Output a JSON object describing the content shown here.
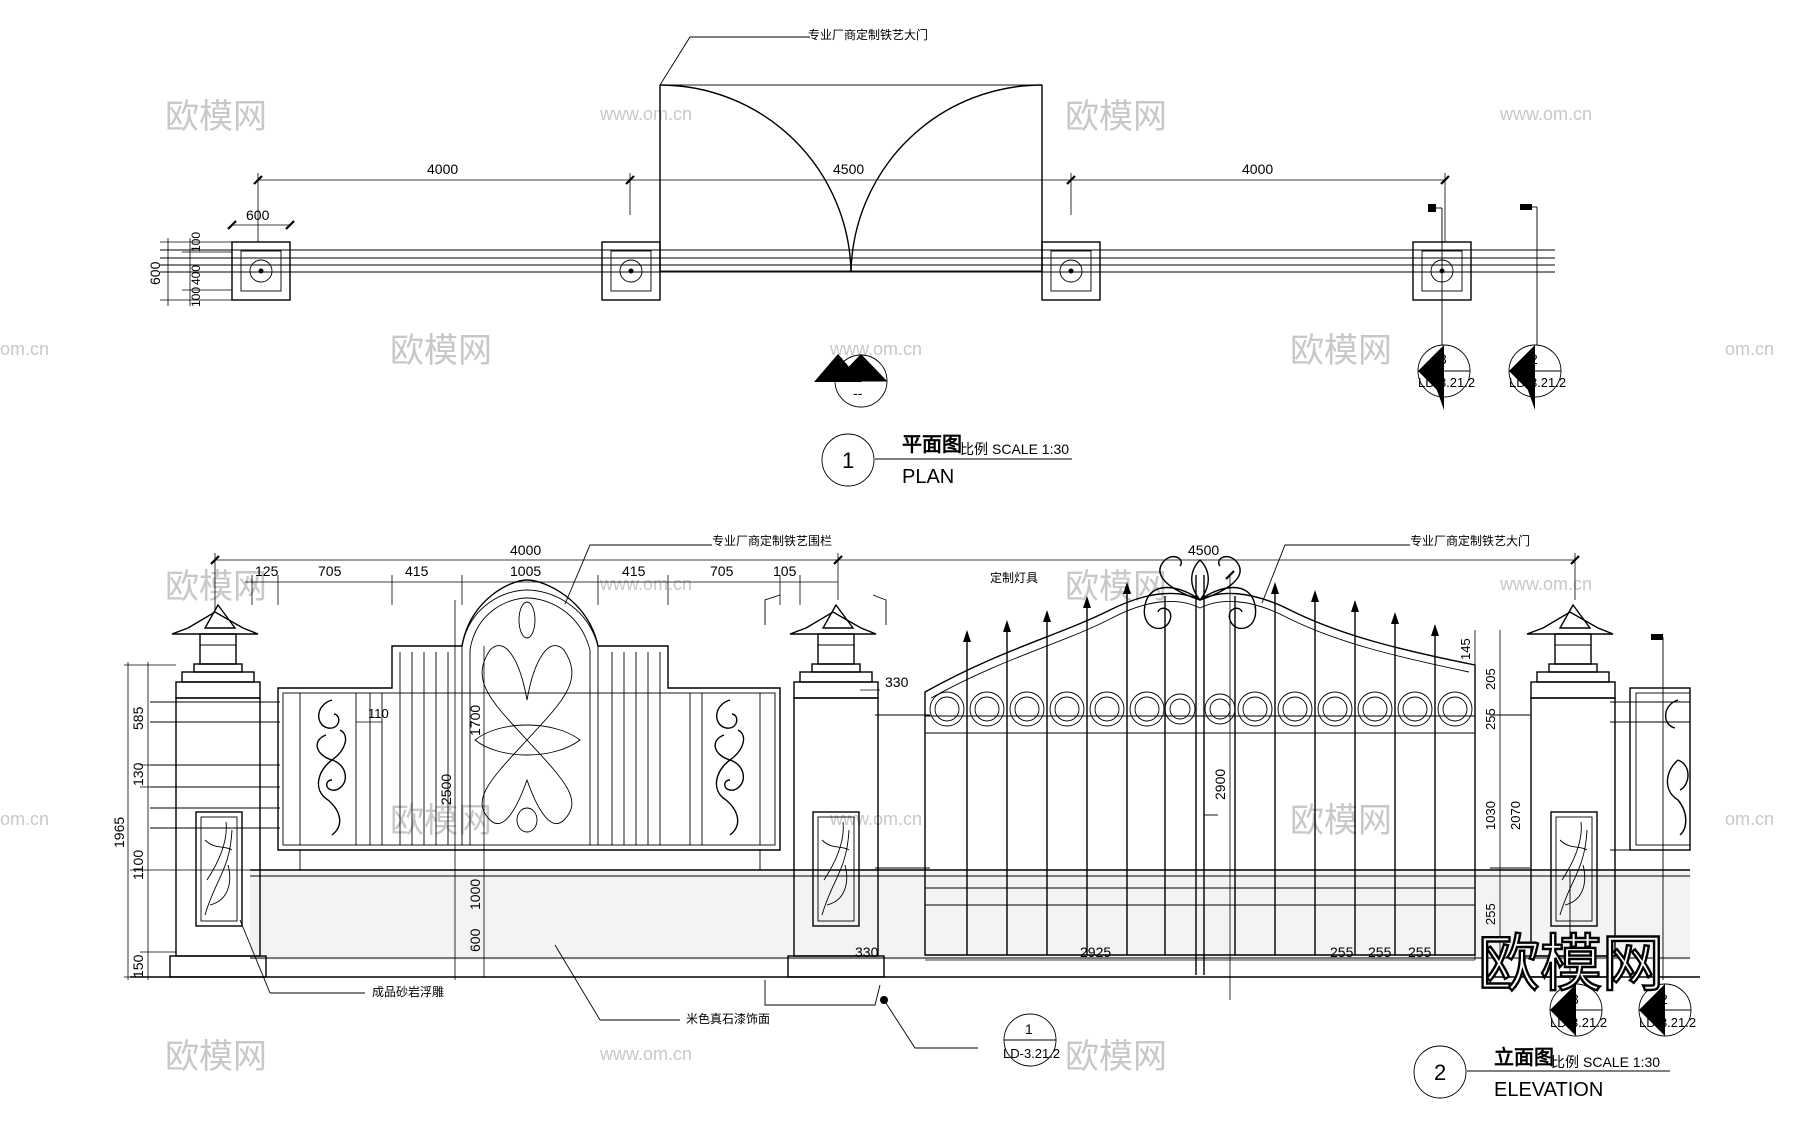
{
  "watermarks": {
    "brand": "欧模网",
    "url": "www.om.cn",
    "url_edge": "om.cn"
  },
  "plan": {
    "callout_top": "专业厂商定制铁艺大门",
    "dims": {
      "left_span": "4000",
      "center_span": "4500",
      "right_span": "4000",
      "pillar_width": "600",
      "pillar_depth": "600",
      "side_stack": [
        "100",
        "400",
        "100"
      ]
    },
    "section_marker": {
      "number": "2",
      "sheet": "--"
    },
    "detail_refs": [
      {
        "number": "3",
        "sheet": "LD-3.21.2"
      },
      {
        "number": "2",
        "sheet": "LD-3.21.2"
      }
    ],
    "title": {
      "number": "1",
      "zh": "平面图",
      "scale_zh": "比例",
      "scale": "SCALE 1:30",
      "en": "PLAN"
    }
  },
  "elevation": {
    "callout_railing": "专业厂商定制铁艺围栏",
    "callout_gate": "专业厂商定制铁艺大门",
    "callout_lamp": "定制灯具",
    "callout_relief": "成品砂岩浮雕",
    "callout_paint": "米色真石漆饰面",
    "dims_top": {
      "left_span": "4000",
      "gate_span": "4500",
      "segments": [
        "125",
        "705",
        "415",
        "1005",
        "415",
        "705",
        "105"
      ]
    },
    "dims_left": {
      "total": "1965",
      "parts": [
        "585",
        "130",
        "1100",
        "150"
      ]
    },
    "dims_inner": {
      "railing_height": "2500",
      "arch_height": "1700",
      "base_height": "1000",
      "plinth_height": "600",
      "bar_gap": "110",
      "cap_offset": "330",
      "base_offset": "330"
    },
    "dims_gate": {
      "height": "2900",
      "leaf_width": "2925",
      "bar_spacing": [
        "255",
        "255",
        "255"
      ],
      "right_parts": [
        "145",
        "205",
        "255",
        "1030",
        "255"
      ],
      "right_total": "2070"
    },
    "detail_refs": [
      {
        "number": "1",
        "sheet": "LD-3.21.2"
      },
      {
        "number": "3",
        "sheet": "LD-3.21.2"
      },
      {
        "number": "2",
        "sheet": "LD-3.21.2"
      }
    ],
    "title": {
      "number": "2",
      "zh": "立面图",
      "scale_zh": "比例",
      "scale": "SCALE 1:30",
      "en": "ELEVATION"
    }
  },
  "colors": {
    "line": "#000000",
    "watermark": "#c8c8c8",
    "background": "#ffffff"
  }
}
